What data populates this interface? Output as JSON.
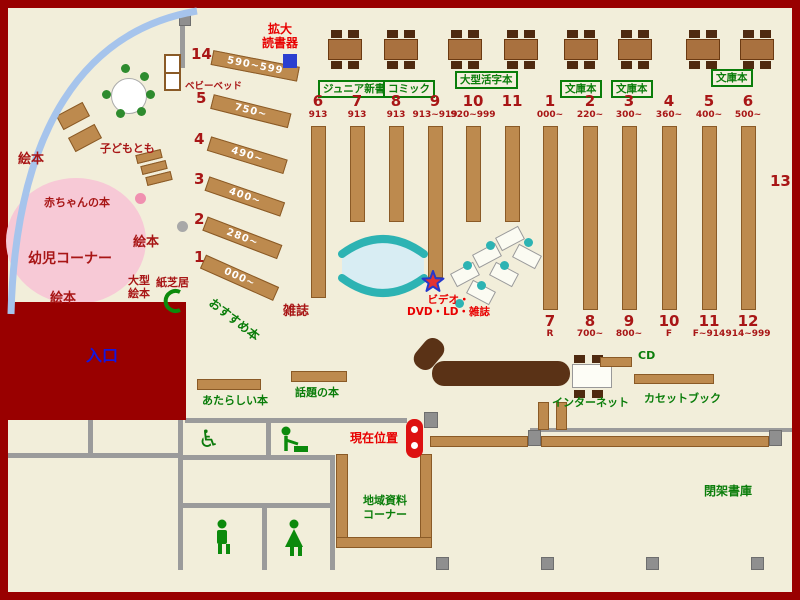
{
  "entrance": {
    "label": "入口"
  },
  "icons": {
    "wheelchair_glyph": "♿"
  },
  "kids": {
    "ehon_a": "絵本",
    "ehon_b": "絵本",
    "ehon_c": "絵本",
    "kodomotomo": "子どもとも",
    "akachan": "赤ちゃんの本",
    "yoji": "幼児コーナー",
    "ogata_l1": "大型",
    "ogata_l2": "絵本",
    "kamishibai": "紙芝居",
    "babybed": "ベビーベッド",
    "osusume": "おすすめ本",
    "shelves": [
      {
        "num": "14",
        "range": "590~599"
      },
      {
        "num": "5",
        "range": "750~"
      },
      {
        "num": "4",
        "range": "490~"
      },
      {
        "num": "3",
        "range": "400~"
      },
      {
        "num": "2",
        "range": "280~"
      },
      {
        "num": "1",
        "range": "000~"
      }
    ]
  },
  "top": {
    "kakudai_l1": "拡大",
    "kakudai_l2": "読書器",
    "genres": [
      "ジュニア新書",
      "コミック",
      "大型活字本",
      "文庫本",
      "文庫本",
      "文庫本"
    ]
  },
  "stacks": {
    "groupA": [
      {
        "num": "6",
        "range": "913"
      },
      {
        "num": "7",
        "range": "913"
      },
      {
        "num": "8",
        "range": "913"
      },
      {
        "num": "9",
        "range": "913~919"
      },
      {
        "num": "10",
        "range": "920~999"
      },
      {
        "num": "11",
        "range": ""
      }
    ],
    "groupBtop": [
      {
        "num": "1",
        "range": "000~"
      },
      {
        "num": "2",
        "range": "220~"
      },
      {
        "num": "3",
        "range": "300~"
      },
      {
        "num": "4",
        "range": "360~"
      },
      {
        "num": "5",
        "range": "400~"
      },
      {
        "num": "6",
        "range": "500~"
      }
    ],
    "groupBbottom": [
      {
        "num": "7",
        "range": "R"
      },
      {
        "num": "8",
        "range": "700~"
      },
      {
        "num": "9",
        "range": "800~"
      },
      {
        "num": "10",
        "range": "F"
      },
      {
        "num": "11",
        "range": "F~914"
      },
      {
        "num": "12",
        "range": "914~999"
      }
    ],
    "thirteen": "13",
    "zasshi": "雑誌",
    "video_l1": "ビデオ・",
    "video_l2": "DVD・LD・雑誌"
  },
  "mid": {
    "atarashii": "あたらしい本",
    "wadai": "話題の本",
    "genzaichi": "現在位置",
    "internet": "インターネット",
    "cd": "CD",
    "cassette": "カセットブック"
  },
  "bottom": {
    "chiiki_l1": "地域資料",
    "chiiki_l2": "コーナー",
    "heika": "閉架書庫"
  }
}
